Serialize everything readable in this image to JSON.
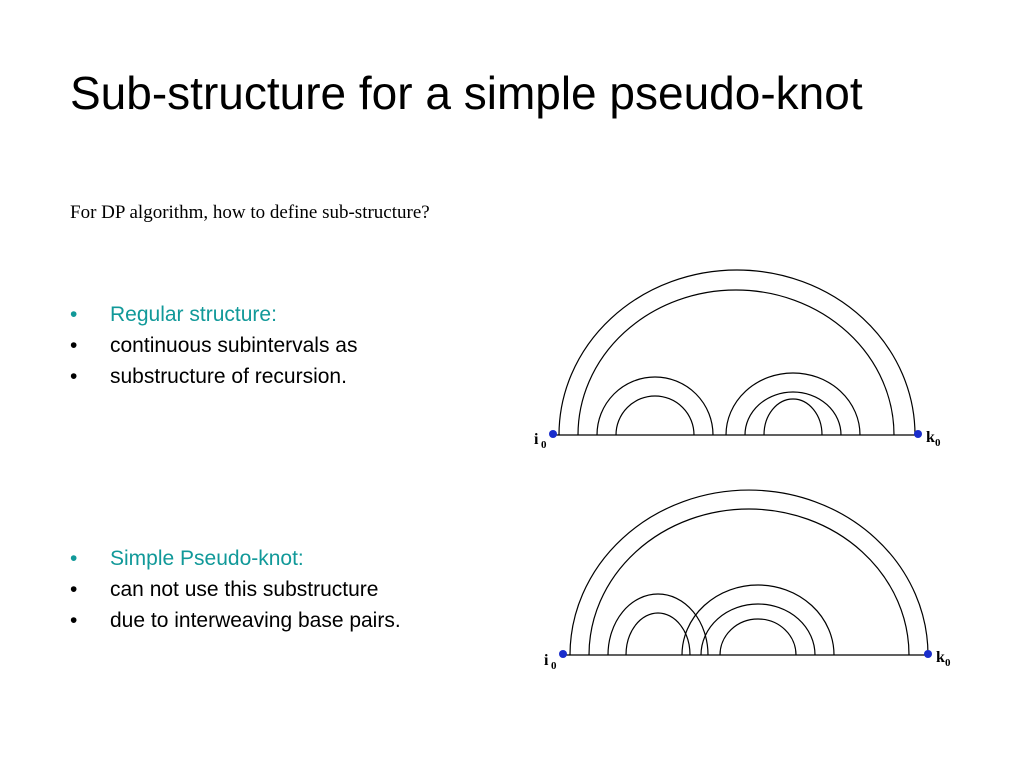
{
  "slide": {
    "title": "Sub-structure for a simple pseudo-knot",
    "subtitle": "For DP algorithm, how to define sub-structure?"
  },
  "regular": {
    "bullet": "•",
    "heading": "Regular structure:",
    "lines": [
      "continuous subintervals as",
      "substructure of recursion."
    ]
  },
  "pseudo": {
    "bullet": "•",
    "heading": "Simple Pseudo-knot:",
    "lines": [
      "can not use this substructure",
      "due to interweaving base pairs."
    ]
  },
  "diagrams": {
    "start_label": "i",
    "end_label": "k",
    "index": "0"
  },
  "colors": {
    "accent": "#119999",
    "endpoint": "#1a2ecc"
  }
}
